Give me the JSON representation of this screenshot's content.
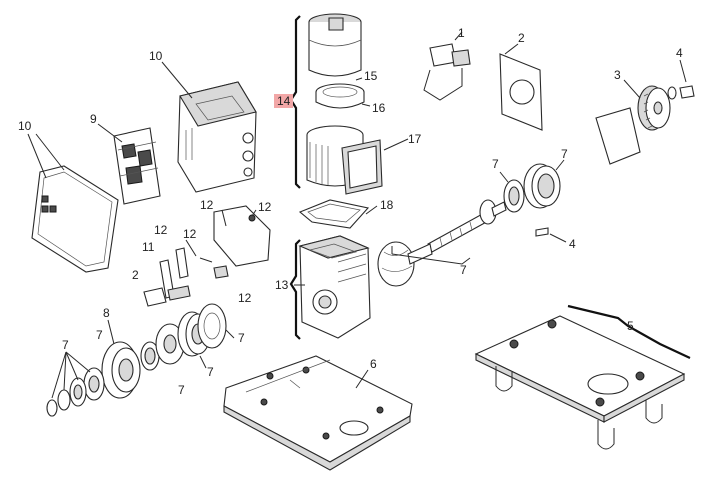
{
  "callouts": [
    {
      "id": "c1",
      "text": "1"
    },
    {
      "id": "c2a",
      "text": "2"
    },
    {
      "id": "c2b",
      "text": "2"
    },
    {
      "id": "c3",
      "text": "3"
    },
    {
      "id": "c4a",
      "text": "4"
    },
    {
      "id": "c4b",
      "text": "4"
    },
    {
      "id": "c5",
      "text": "5"
    },
    {
      "id": "c6",
      "text": "6"
    },
    {
      "id": "c7",
      "text": "7"
    },
    {
      "id": "c8",
      "text": "8"
    },
    {
      "id": "c9",
      "text": "9"
    },
    {
      "id": "c10",
      "text": "10"
    },
    {
      "id": "c11",
      "text": "11"
    },
    {
      "id": "c12",
      "text": "12"
    },
    {
      "id": "c13",
      "text": "13"
    },
    {
      "id": "c14",
      "text": "14"
    },
    {
      "id": "c15",
      "text": "15"
    },
    {
      "id": "c16",
      "text": "16"
    },
    {
      "id": "c17",
      "text": "17"
    },
    {
      "id": "c18",
      "text": "18"
    }
  ],
  "labels": {
    "l1": "1",
    "l2a": "2",
    "l2b": "2",
    "l3": "3",
    "l4a": "4",
    "l4b": "4",
    "l5": "5",
    "l6": "6",
    "l7a": "7",
    "l7b": "7",
    "l7c": "7",
    "l7d": "7",
    "l7e": "7",
    "l7f": "7",
    "l7g": "7",
    "l7h": "7",
    "l8": "8",
    "l9": "9",
    "l10a": "10",
    "l10b": "10",
    "l11": "11",
    "l12a": "12",
    "l12b": "12",
    "l12c": "12",
    "l12d": "12",
    "l12e": "12",
    "l13": "13",
    "l14": "14",
    "l15": "15",
    "l16": "16",
    "l17": "17",
    "l18": "18"
  },
  "highlight_color": "#f2a7a7"
}
